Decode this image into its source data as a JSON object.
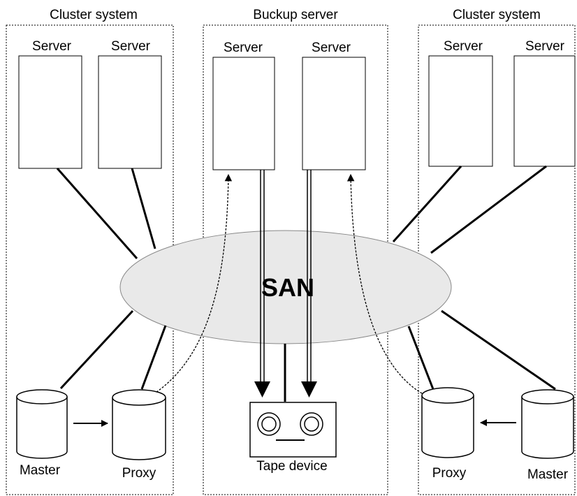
{
  "groups": {
    "left": {
      "title": "Cluster system",
      "server_a": "Server",
      "server_b": "Server",
      "master": "Master",
      "proxy": "Proxy"
    },
    "middle": {
      "title": "Buckup server",
      "server_a": "Server",
      "server_b": "Server",
      "tape": "Tape device"
    },
    "right": {
      "title": "Cluster system",
      "server_a": "Server",
      "server_b": "Server",
      "master": "Master",
      "proxy": "Proxy"
    }
  },
  "network": {
    "label": "SAN"
  },
  "colors": {
    "san_fill": "#e9e9e9",
    "line": "#000000"
  }
}
